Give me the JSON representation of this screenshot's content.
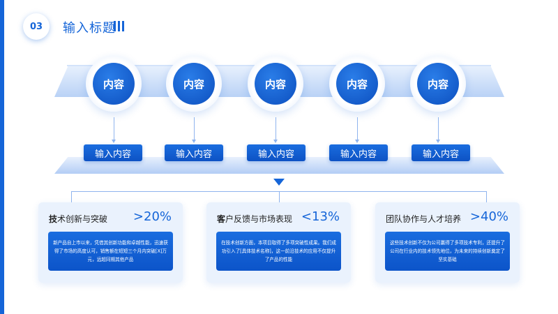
{
  "header": {
    "page_number": "03",
    "title": "输入标题"
  },
  "nodes": [
    {
      "circle_label": "内容",
      "pill_label": "输入内容"
    },
    {
      "circle_label": "内容",
      "pill_label": "输入内容"
    },
    {
      "circle_label": "内容",
      "pill_label": "输入内容"
    },
    {
      "circle_label": "内容",
      "pill_label": "输入内容"
    },
    {
      "circle_label": "内容",
      "pill_label": "输入内容"
    }
  ],
  "cards": [
    {
      "title_first": "技",
      "title_rest": "术创新与突破",
      "percent": ">20%",
      "body": "新产品自上市以来，凭借其创新功能和卓越性能，迅速获得了市场的高度认可，销售额在短短三个月内突破[X]万元，远超同期其他产品"
    },
    {
      "title_first": "客",
      "title_rest": "户反馈与市场表现",
      "percent": "<13%",
      "body": "在技术创新方面，本项目取得了多项突破性成果。我们成功引入了[具体技术名称]，这一前沿技术的应用不仅提升了产品的性能"
    },
    {
      "title_first": "",
      "title_rest": "团队协作与人才培养",
      "percent": ">40%",
      "body": "这些技术创新不仅为公司赢得了多项技术专利，还提升了公司在行业内的技术领先地位，为未来的持续创新奠定了坚实基础"
    }
  ],
  "colors": {
    "accent": "#1565d8",
    "card_bg": "#eaf2fd"
  }
}
